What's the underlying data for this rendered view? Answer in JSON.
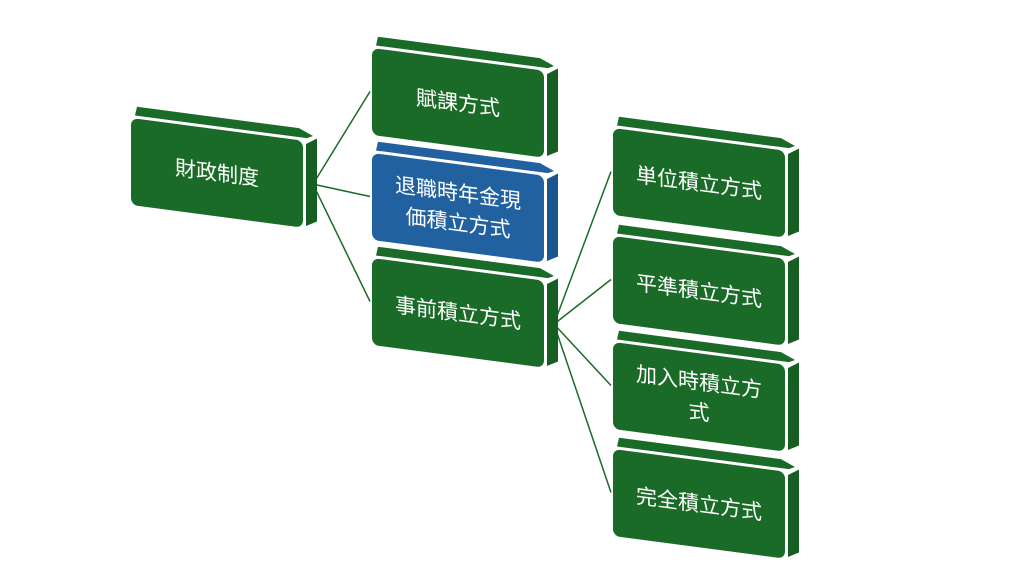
{
  "colors": {
    "green": "#1b6b28",
    "green_side": "#175e23",
    "blue": "#2161a0",
    "blue_side": "#1b5590",
    "line": "#1b6b28"
  },
  "nodes": [
    {
      "id": "root",
      "lines": [
        "財政制度"
      ],
      "color": "green"
    },
    {
      "id": "fuka",
      "lines": [
        "賦課方式"
      ],
      "color": "green"
    },
    {
      "id": "taishoku",
      "lines": [
        "退職時年金現",
        "価積立方式"
      ],
      "color": "blue"
    },
    {
      "id": "jizen",
      "lines": [
        "事前積立方式"
      ],
      "color": "green"
    },
    {
      "id": "tani",
      "lines": [
        "単位積立方式"
      ],
      "color": "green"
    },
    {
      "id": "heijun",
      "lines": [
        "平準積立方式"
      ],
      "color": "green"
    },
    {
      "id": "kanyu",
      "lines": [
        "加入時積立方",
        "式"
      ],
      "color": "green"
    },
    {
      "id": "kanzen",
      "lines": [
        "完全積立方式"
      ],
      "color": "green"
    }
  ],
  "edges": [
    [
      "root",
      "fuka"
    ],
    [
      "root",
      "taishoku"
    ],
    [
      "root",
      "jizen"
    ],
    [
      "jizen",
      "tani"
    ],
    [
      "jizen",
      "heijun"
    ],
    [
      "jizen",
      "kanyu"
    ],
    [
      "jizen",
      "kanzen"
    ]
  ]
}
